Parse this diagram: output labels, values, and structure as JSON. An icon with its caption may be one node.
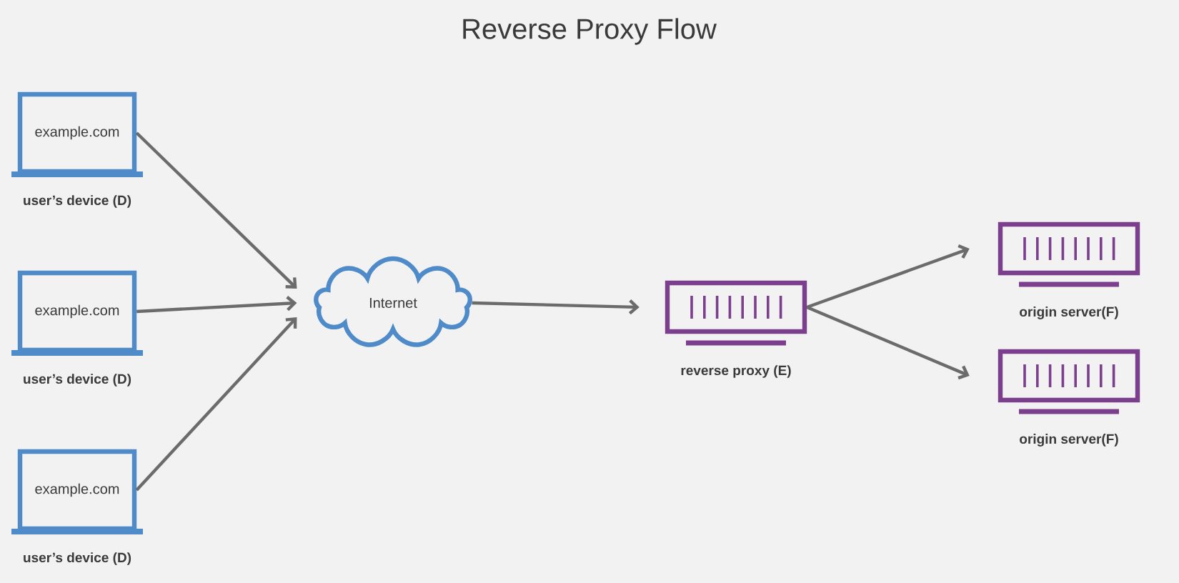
{
  "diagram": {
    "title": "Reverse Proxy Flow",
    "nodes": [
      {
        "text": [
          "example.com"
        ],
        "beside": [
          "user’s device (D)"
        ]
      },
      {
        "text": [
          "example.com"
        ],
        "beside": [
          "user’s device (D)"
        ]
      },
      {
        "text": [
          "example.com"
        ],
        "beside": [
          "user’s device (D)"
        ]
      },
      {
        "text": [
          "Internet"
        ]
      },
      {
        "text": [],
        "shape": "box",
        "beside": [
          "reverse proxy (E)"
        ]
      },
      {
        "text": [],
        "shape": "box",
        "beside": [
          "origin server(F)"
        ]
      },
      {
        "text": [],
        "shape": "box",
        "beside": [
          "origin server(F)"
        ]
      }
    ],
    "edges": [
      {
        "from": 0,
        "to": 3,
        "arrow": "to"
      },
      {
        "from": 1,
        "to": 3,
        "arrow": "to"
      },
      {
        "from": 2,
        "to": 3,
        "arrow": "to"
      },
      {
        "from": 3,
        "to": 4,
        "arrow": "to"
      },
      {
        "from": 4,
        "to": 5,
        "arrow": "to"
      },
      {
        "from": 4,
        "to": 6,
        "arrow": "to"
      }
    ]
  }
}
